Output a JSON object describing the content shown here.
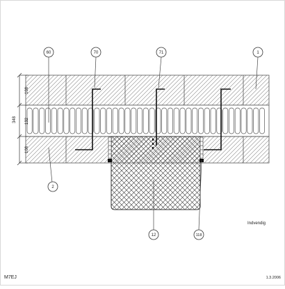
{
  "drawing": {
    "code": "M7EJ",
    "date": "1.3.2006",
    "side_note": "Indvendig"
  },
  "dimensions": {
    "total": "348",
    "upper": "108",
    "middle": "132",
    "lower": "108"
  },
  "callouts": {
    "top": [
      "60",
      "70",
      "71",
      "1"
    ],
    "bottom": [
      "2",
      "12",
      "118"
    ]
  }
}
